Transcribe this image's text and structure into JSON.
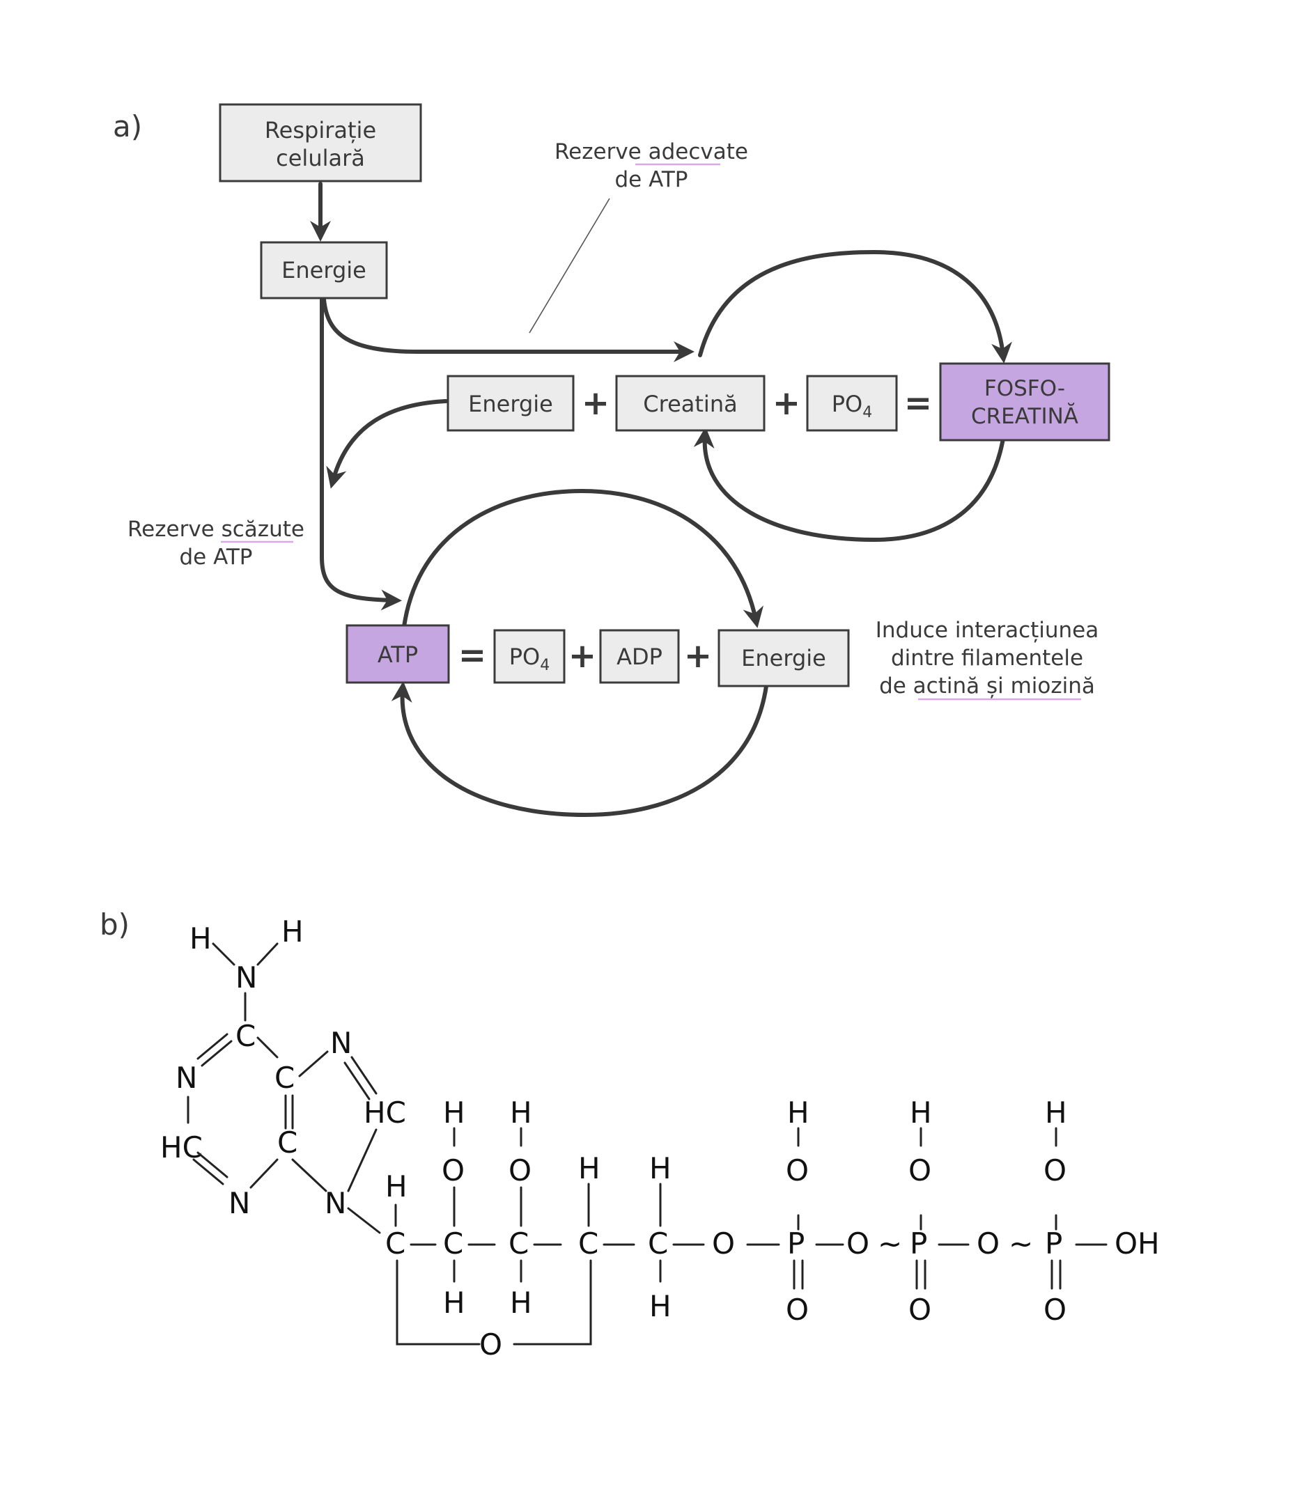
{
  "part_a": {
    "label": "a)",
    "respiration": [
      "Respirație",
      "celulară"
    ],
    "energy_top": "Energie",
    "adequate_note": [
      "Rezerve adecvate",
      "de ATP"
    ],
    "low_note": [
      "Rezerve scăzute",
      "de ATP"
    ],
    "eq1": {
      "energy": "Energie",
      "plus1": "+",
      "creatine": "Creatină",
      "plus2": "+",
      "po4": "PO",
      "po4_sub": "4",
      "eq": "=",
      "product": [
        "FOSFO-",
        "CREATINĂ"
      ]
    },
    "eq2": {
      "atp": "ATP",
      "eq": "=",
      "po4": "PO",
      "po4_sub": "4",
      "plus1": "+",
      "adp": "ADP",
      "plus2": "+",
      "energy": "Energie"
    },
    "effect_note": [
      "Induce interacțiunea",
      "dintre filamentele",
      "de actină și miozină"
    ],
    "colors": {
      "purple": "#c6a6e0",
      "box": "#ececec",
      "underline": "#d8a8e8"
    }
  },
  "part_b": {
    "label": "b)",
    "atoms": {
      "H": "H",
      "N": "N",
      "C": "C",
      "HC": "HC",
      "O": "O",
      "P": "P",
      "OH": "OH",
      "tilde": "~"
    }
  }
}
